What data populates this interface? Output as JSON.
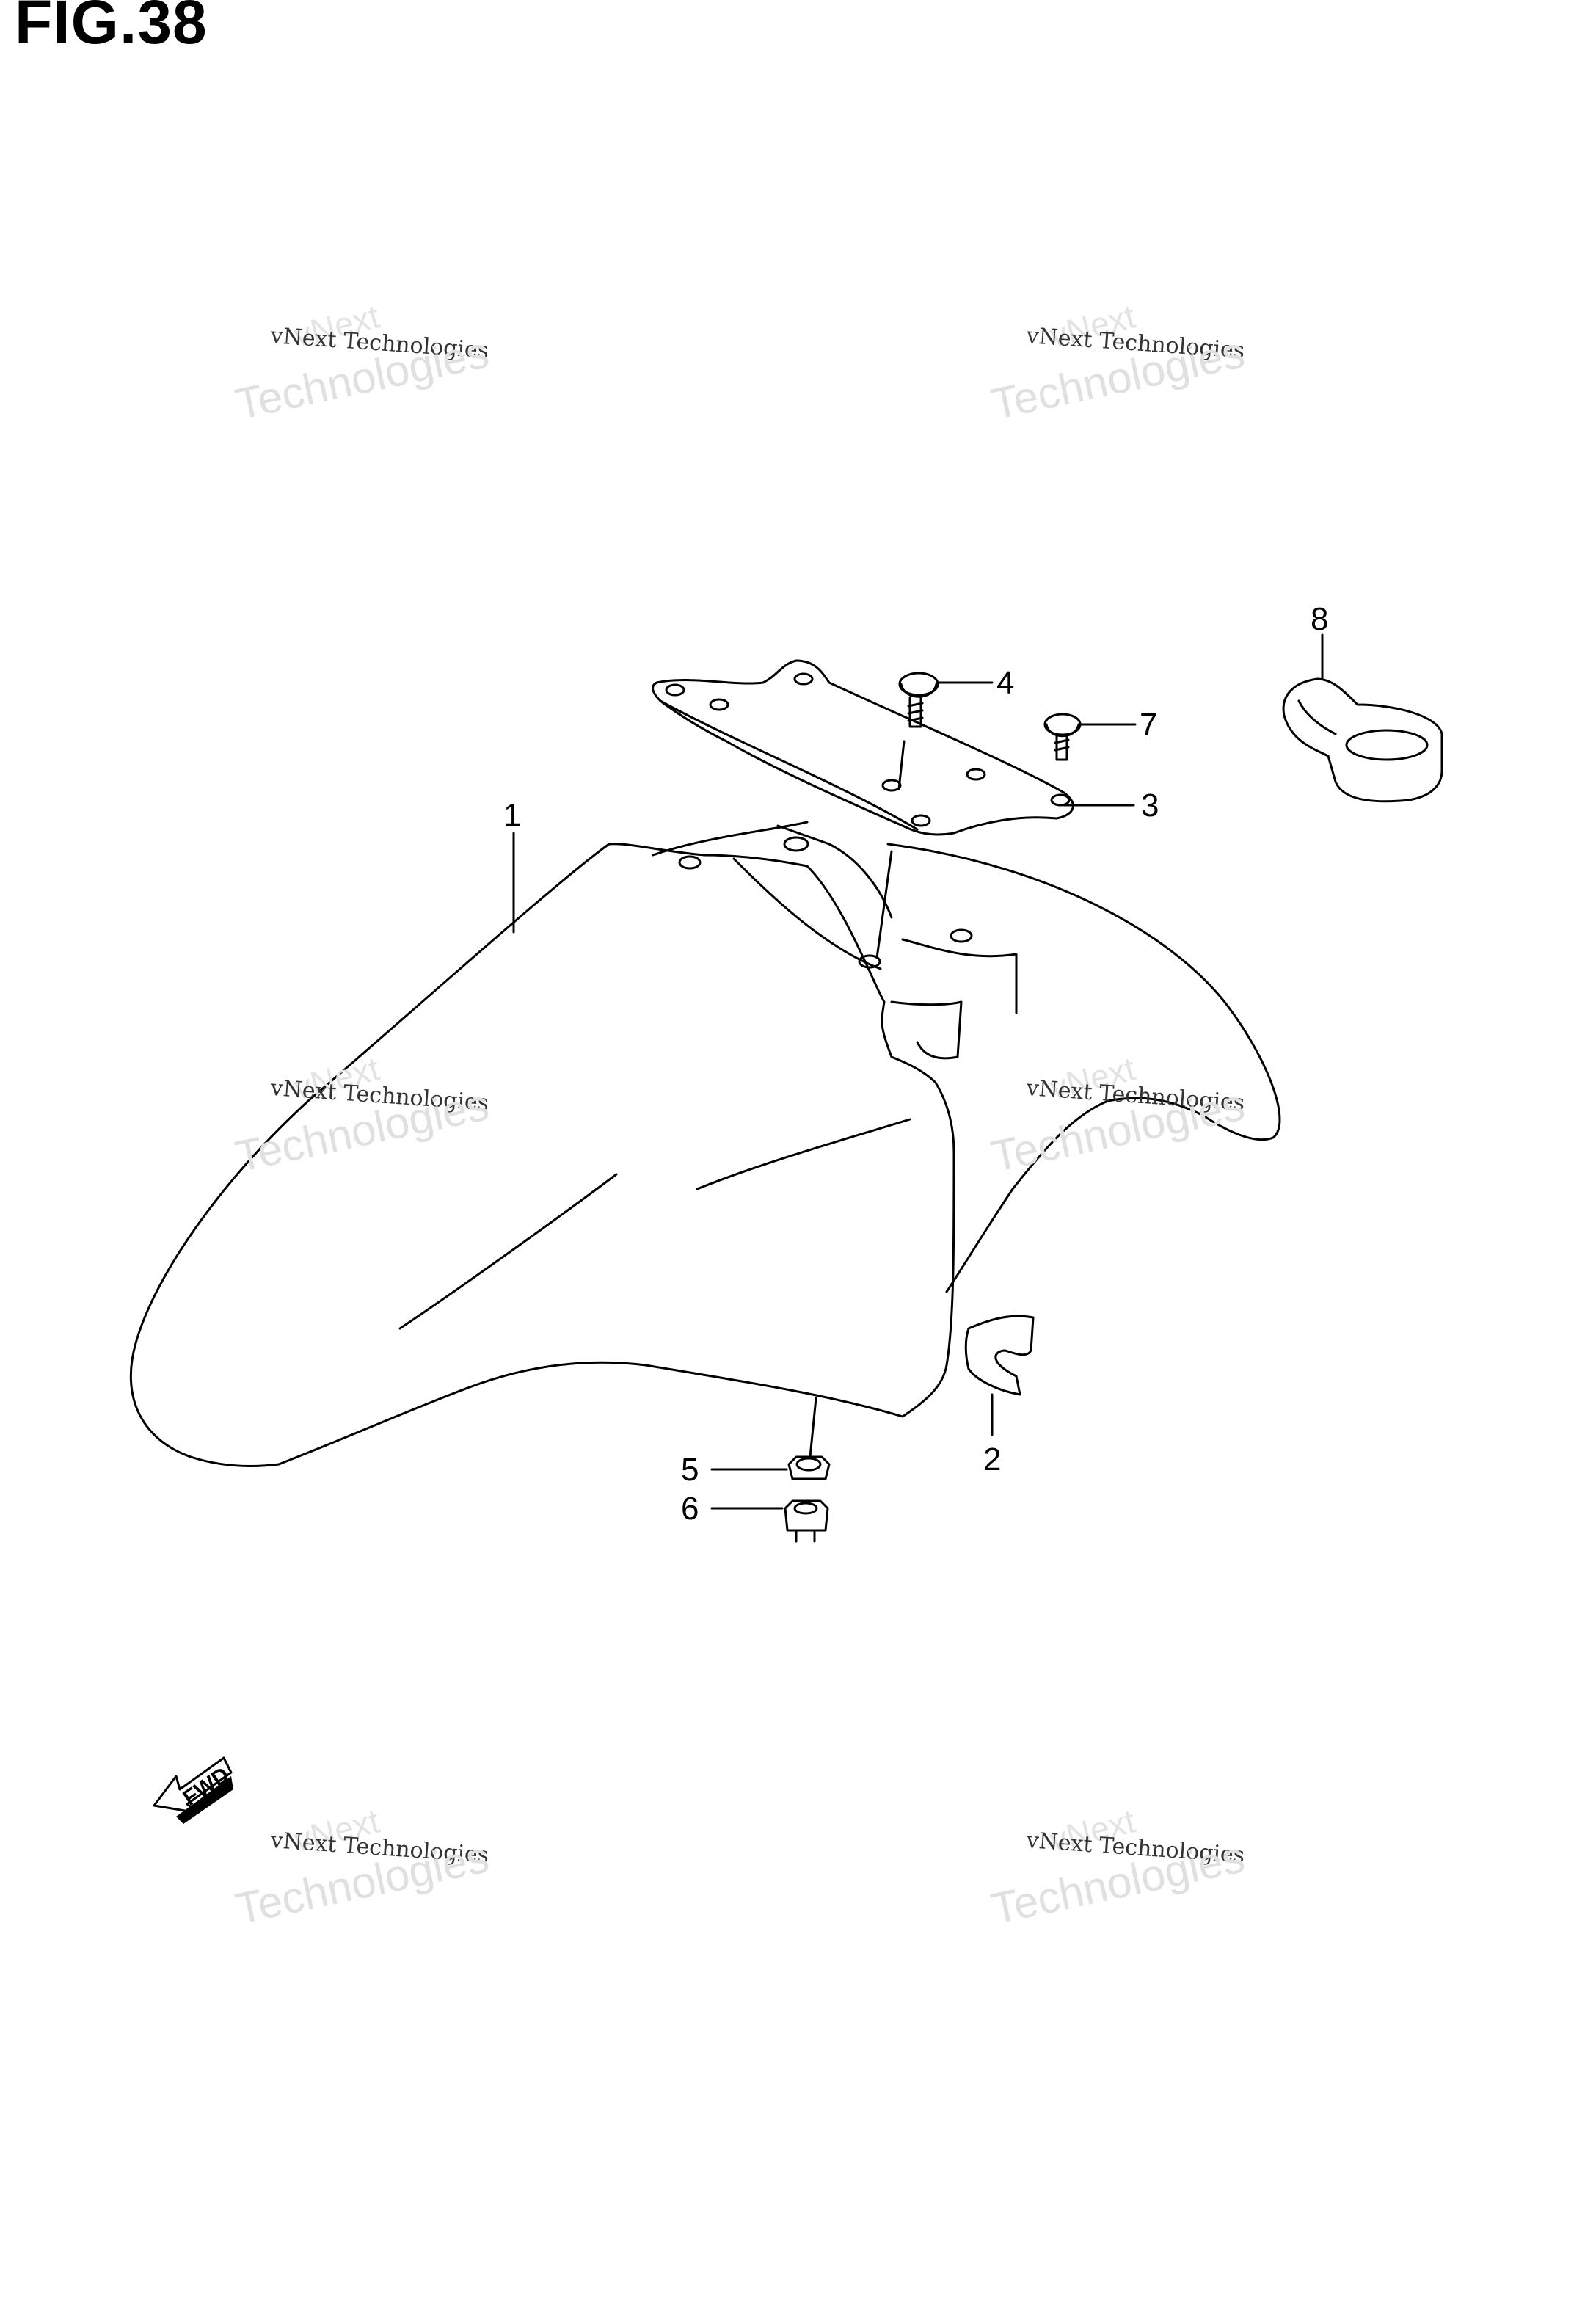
{
  "figure": {
    "title": "FIG.38"
  },
  "watermark": {
    "line1": "vNext",
    "line2": "vNext Technologies",
    "line3": "Technologies"
  },
  "callouts": [
    {
      "id": "1",
      "label": "1"
    },
    {
      "id": "2",
      "label": "2"
    },
    {
      "id": "3",
      "label": "3"
    },
    {
      "id": "4",
      "label": "4"
    },
    {
      "id": "5",
      "label": "5"
    },
    {
      "id": "6",
      "label": "6"
    },
    {
      "id": "7",
      "label": "7"
    },
    {
      "id": "8",
      "label": "8"
    }
  ],
  "fwd": {
    "label": "FWD"
  }
}
